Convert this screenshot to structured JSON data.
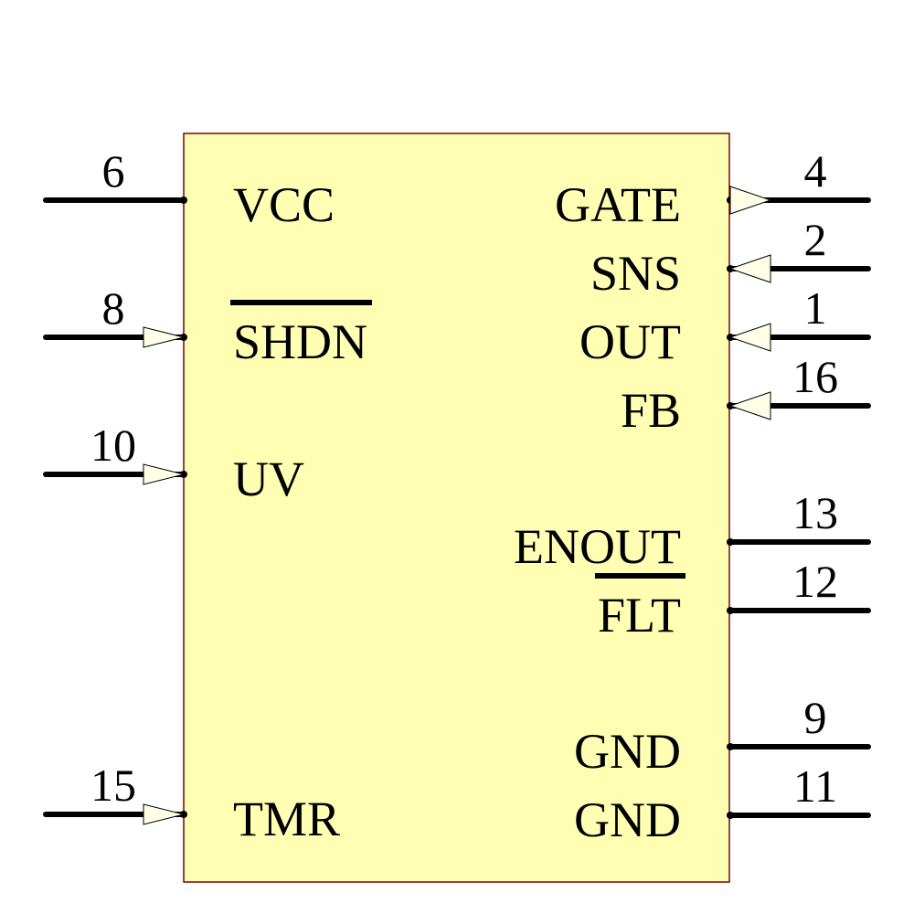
{
  "colors": {
    "body_fill": "#FFFFB4",
    "body_border": "#800000",
    "arrow_fill": "#FFFFE8",
    "pin": "#000000"
  },
  "left_pins": [
    {
      "number": "6",
      "label": "VCC",
      "type": "passive",
      "overbar": false
    },
    {
      "number": "8",
      "label": "SHDN",
      "type": "input",
      "overbar": true
    },
    {
      "number": "10",
      "label": "UV",
      "type": "input",
      "overbar": false
    },
    {
      "number": "15",
      "label": "TMR",
      "type": "input",
      "overbar": false
    }
  ],
  "right_pins": [
    {
      "number": "4",
      "label": "GATE",
      "type": "output",
      "overbar": false
    },
    {
      "number": "2",
      "label": "SNS",
      "type": "input",
      "overbar": false
    },
    {
      "number": "1",
      "label": "OUT",
      "type": "input",
      "overbar": false
    },
    {
      "number": "16",
      "label": "FB",
      "type": "input",
      "overbar": false
    },
    {
      "number": "13",
      "label": "ENOUT",
      "type": "passive",
      "overbar": false
    },
    {
      "number": "12",
      "label": "FLT",
      "type": "passive",
      "overbar": true
    },
    {
      "number": "9",
      "label": "GND",
      "type": "passive",
      "overbar": false
    },
    {
      "number": "11",
      "label": "GND",
      "type": "passive",
      "overbar": false
    }
  ]
}
